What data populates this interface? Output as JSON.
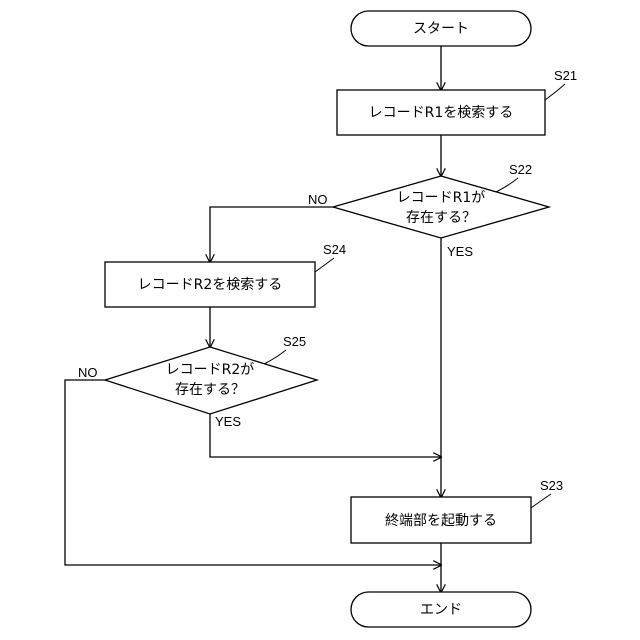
{
  "nodes": {
    "start": {
      "label": "スタート"
    },
    "s21": {
      "step": "S21",
      "label": "レコードR1を検索する"
    },
    "s22": {
      "step": "S22",
      "line1": "レコードR1が",
      "line2": "存在する？"
    },
    "s24": {
      "step": "S24",
      "label": "レコードR2を検索する"
    },
    "s25": {
      "step": "S25",
      "line1": "レコードR2が",
      "line2": "存在する？"
    },
    "s23": {
      "step": "S23",
      "label": "終端部を起動する"
    },
    "end": {
      "label": "エンド"
    }
  },
  "branches": {
    "s22_no": "NO",
    "s22_yes": "YES",
    "s25_no": "NO",
    "s25_yes": "YES"
  }
}
